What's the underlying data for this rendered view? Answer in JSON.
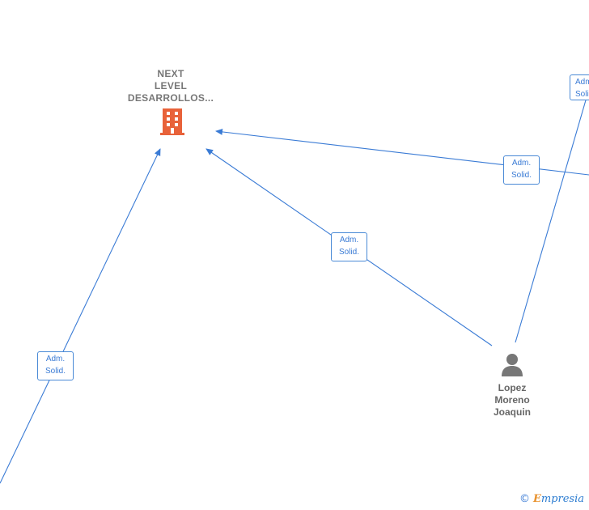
{
  "company": {
    "name_lines": [
      "NEXT",
      "LEVEL",
      "DESARROLLOS..."
    ],
    "icon": "building-icon",
    "icon_color": "#e8623a"
  },
  "person": {
    "name_lines": [
      "Lopez",
      "Moreno",
      "Joaquin"
    ],
    "icon": "person-icon",
    "icon_color": "#777777"
  },
  "edges": [
    {
      "id": "edge-bottom-left",
      "label_lines": [
        "Adm.",
        "Solid."
      ]
    },
    {
      "id": "edge-person-company",
      "label_lines": [
        "Adm.",
        "Solid."
      ]
    },
    {
      "id": "edge-right-company",
      "label_lines": [
        "Adm.",
        "Solid."
      ]
    },
    {
      "id": "edge-top-right",
      "label_lines": [
        "Adm.",
        "Solid."
      ]
    }
  ],
  "footer": {
    "copyright_symbol": "©",
    "brand_initial": "E",
    "brand_rest": "mpresia"
  },
  "colors": {
    "edge": "#3a7bd5",
    "label_border": "#4a8ad6"
  }
}
